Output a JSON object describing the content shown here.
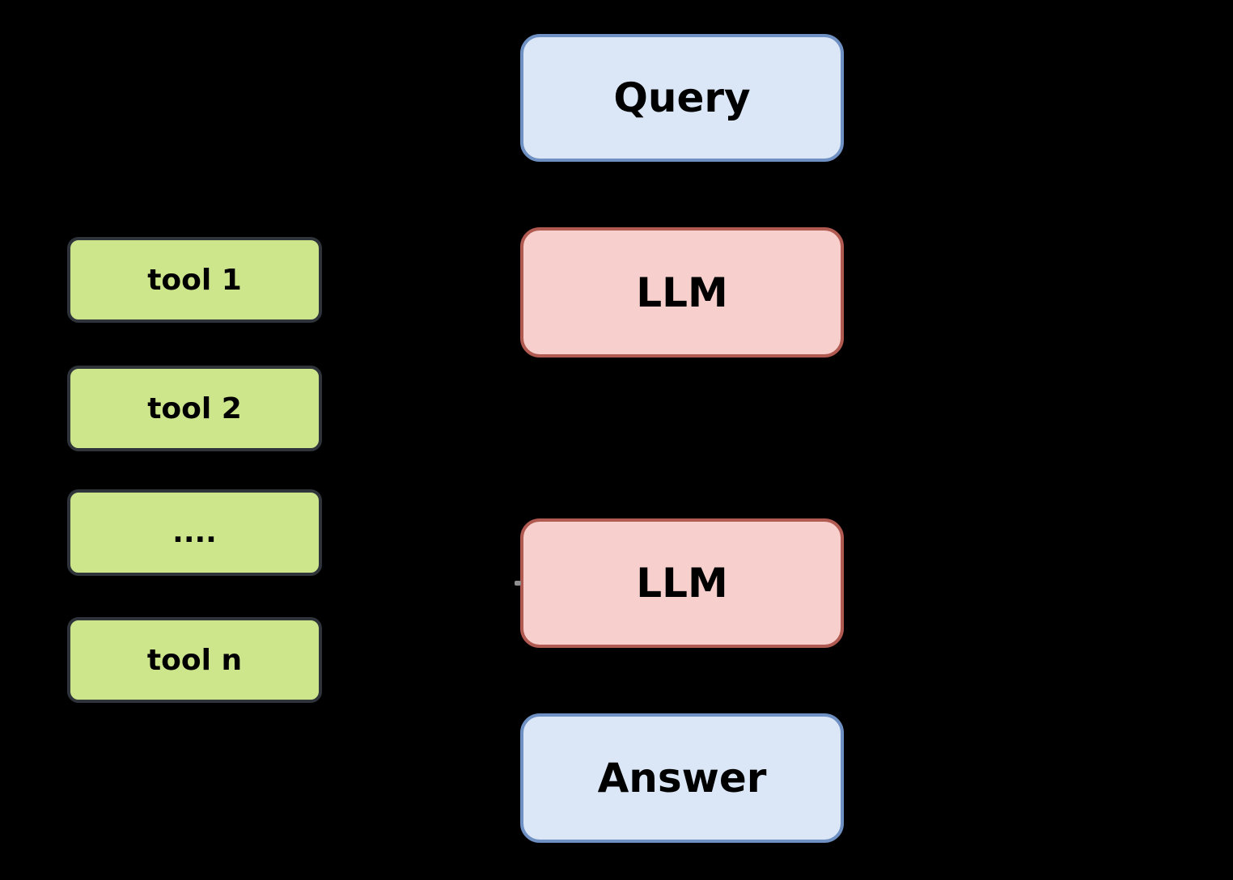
{
  "canvas": {
    "background": "#000000"
  },
  "tools": {
    "fill": "#cde58b",
    "border": "#2e343a",
    "items": [
      {
        "id": "tool-1",
        "label": "tool 1"
      },
      {
        "id": "tool-2",
        "label": "tool 2"
      },
      {
        "id": "tool-ellipsis",
        "label": "...."
      },
      {
        "id": "tool-n",
        "label": "tool n"
      }
    ]
  },
  "flow": {
    "io_style": {
      "fill": "#dbe7f7",
      "border": "#6e90c2"
    },
    "llm_style": {
      "fill": "#f7d0cd",
      "border": "#b15a52"
    },
    "nodes": [
      {
        "id": "query",
        "kind": "io",
        "label": "Query"
      },
      {
        "id": "llm-top",
        "kind": "llm",
        "label": "LLM"
      },
      {
        "id": "llm-bottom",
        "kind": "llm",
        "label": "LLM"
      },
      {
        "id": "answer",
        "kind": "io",
        "label": "Answer"
      }
    ]
  }
}
